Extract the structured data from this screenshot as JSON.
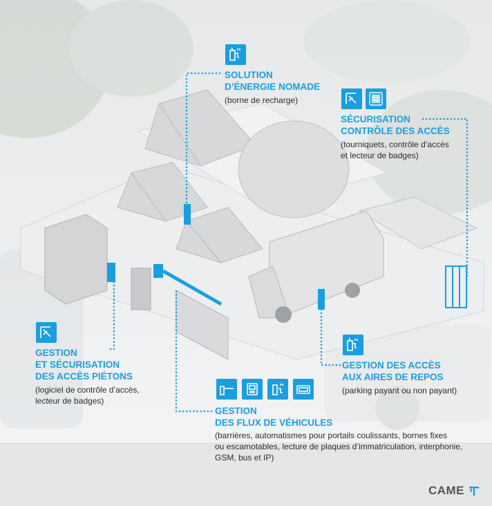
{
  "callouts": {
    "energie": {
      "title": "SOLUTION\nD’ÉNERGIE NOMADE",
      "desc": "(borne de recharge)",
      "icons": [
        "charging-station-icon"
      ]
    },
    "securisation": {
      "title": "SÉCURISATION\nCONTRÔLE DES ACCÈS",
      "desc": "(tourniquets, contrôle d’accès\net lecteur de badges)",
      "icons": [
        "turnstile-icon",
        "access-control-grid-icon"
      ]
    },
    "pietons": {
      "title": "GESTION\nET SÉCURISATION\nDES ACCÈS PIÉTONS",
      "desc": "(logiciel de contrôle d’accès,\nlecteur de badges)",
      "icons": [
        "turnstile-icon"
      ]
    },
    "aires": {
      "title": "GESTION DES ACCÈS\nAUX AIRES DE REPOS",
      "desc": "(parking payant ou non payant)",
      "icons": [
        "charging-station-icon"
      ]
    },
    "vehicules": {
      "title": "GESTION\nDES FLUX DE VÉHICULES",
      "desc": "(barrières, automatismes pour portails coulissants, bornes fixes\nou escamotables, lecture de plaques d’immatriculation, interphonie,\nGSM, bus et IP)",
      "icons": [
        "barrier-icon",
        "intercom-icon",
        "bollard-icon",
        "plate-reader-icon"
      ]
    }
  },
  "brand": {
    "name": "CAME"
  },
  "colors": {
    "accent": "#1a9ee0",
    "text": "#2b2b2b",
    "scene": "#d8dadc"
  }
}
